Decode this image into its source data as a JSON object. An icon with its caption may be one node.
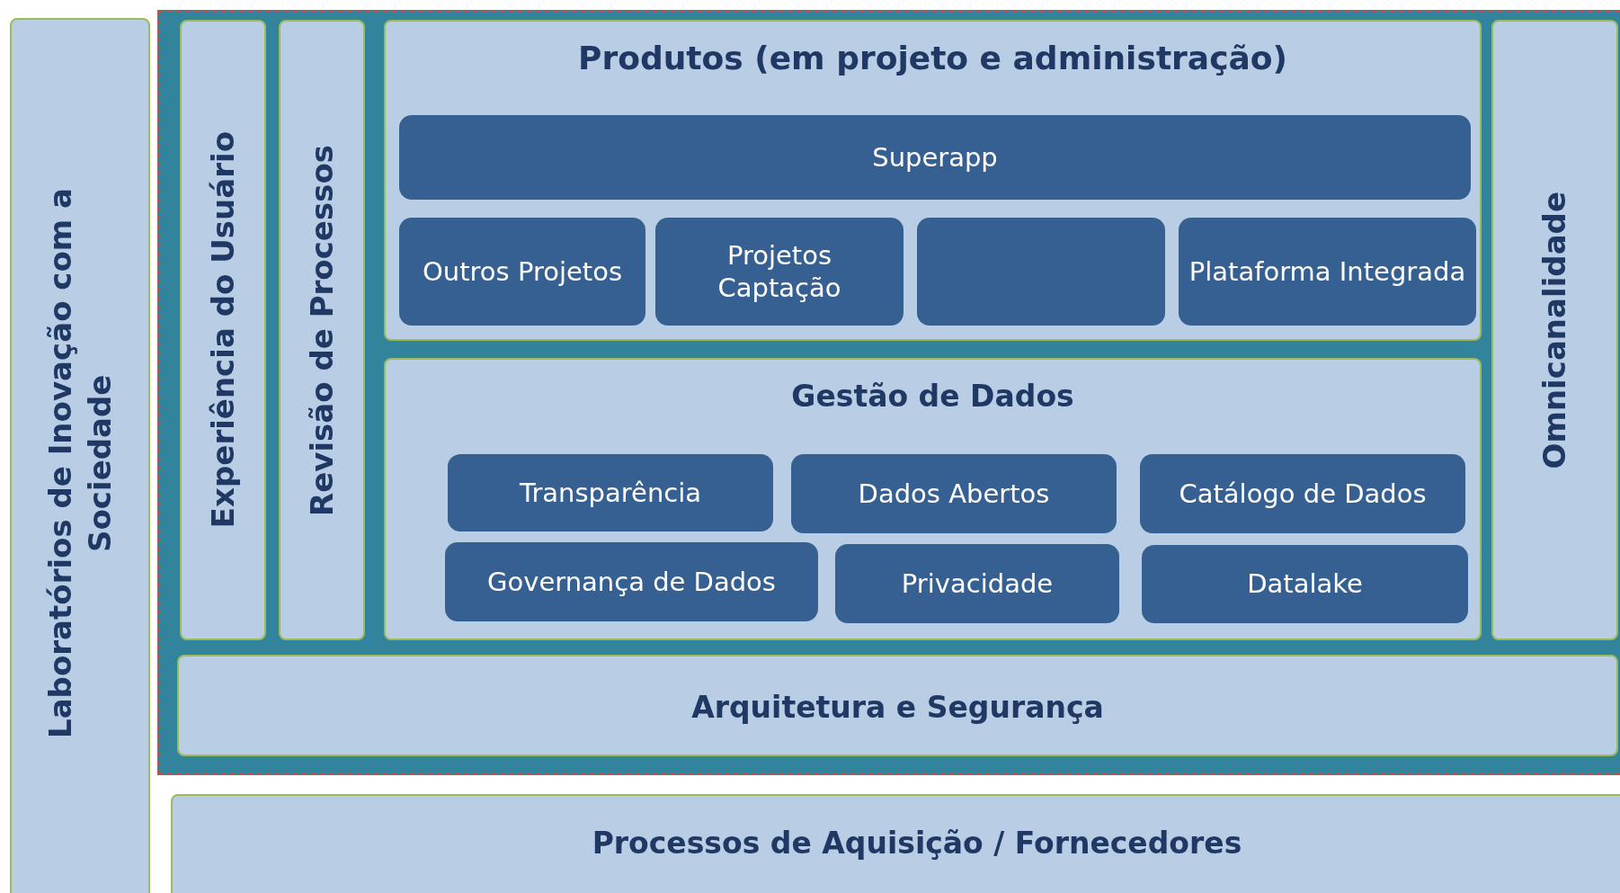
{
  "diagram": {
    "nodes": [
      {
        "text": [
          "Laboratórios de Inovação com a Sociedade"
        ]
      },
      {
        "text": [],
        "shape": "box"
      },
      {
        "text": [
          "Experiência do Usuário"
        ],
        "in": 1
      },
      {
        "text": [
          "Revisão de Processos"
        ],
        "in": 1
      },
      {
        "text": [
          "Produtos (em projeto e administração)"
        ],
        "in": 1
      },
      {
        "text": [
          "Superapp"
        ],
        "in": 4
      },
      {
        "text": [
          "Outros Projetos"
        ],
        "in": 4
      },
      {
        "text": [
          "Projetos Captação"
        ],
        "in": 4
      },
      {
        "text": [],
        "shape": "box",
        "in": 4
      },
      {
        "text": [
          "Plataforma Integrada"
        ],
        "in": 4
      },
      {
        "text": [
          "Gestão de Dados"
        ],
        "in": 1
      },
      {
        "text": [
          "Transparência"
        ],
        "in": 10
      },
      {
        "text": [
          "Dados Abertos"
        ],
        "in": 10
      },
      {
        "text": [
          "Catálogo de Dados"
        ],
        "in": 10
      },
      {
        "text": [
          "Governança de Dados"
        ],
        "in": 10
      },
      {
        "text": [
          "Privacidade"
        ],
        "in": 10
      },
      {
        "text": [
          "Datalake"
        ],
        "in": 10
      },
      {
        "text": [
          "Omnicanalidade"
        ],
        "in": 1
      },
      {
        "text": [
          "Arquitetura e Segurança"
        ],
        "in": 1
      },
      {
        "text": [
          "Processos de Aquisição / Fornecedores"
        ]
      }
    ]
  }
}
